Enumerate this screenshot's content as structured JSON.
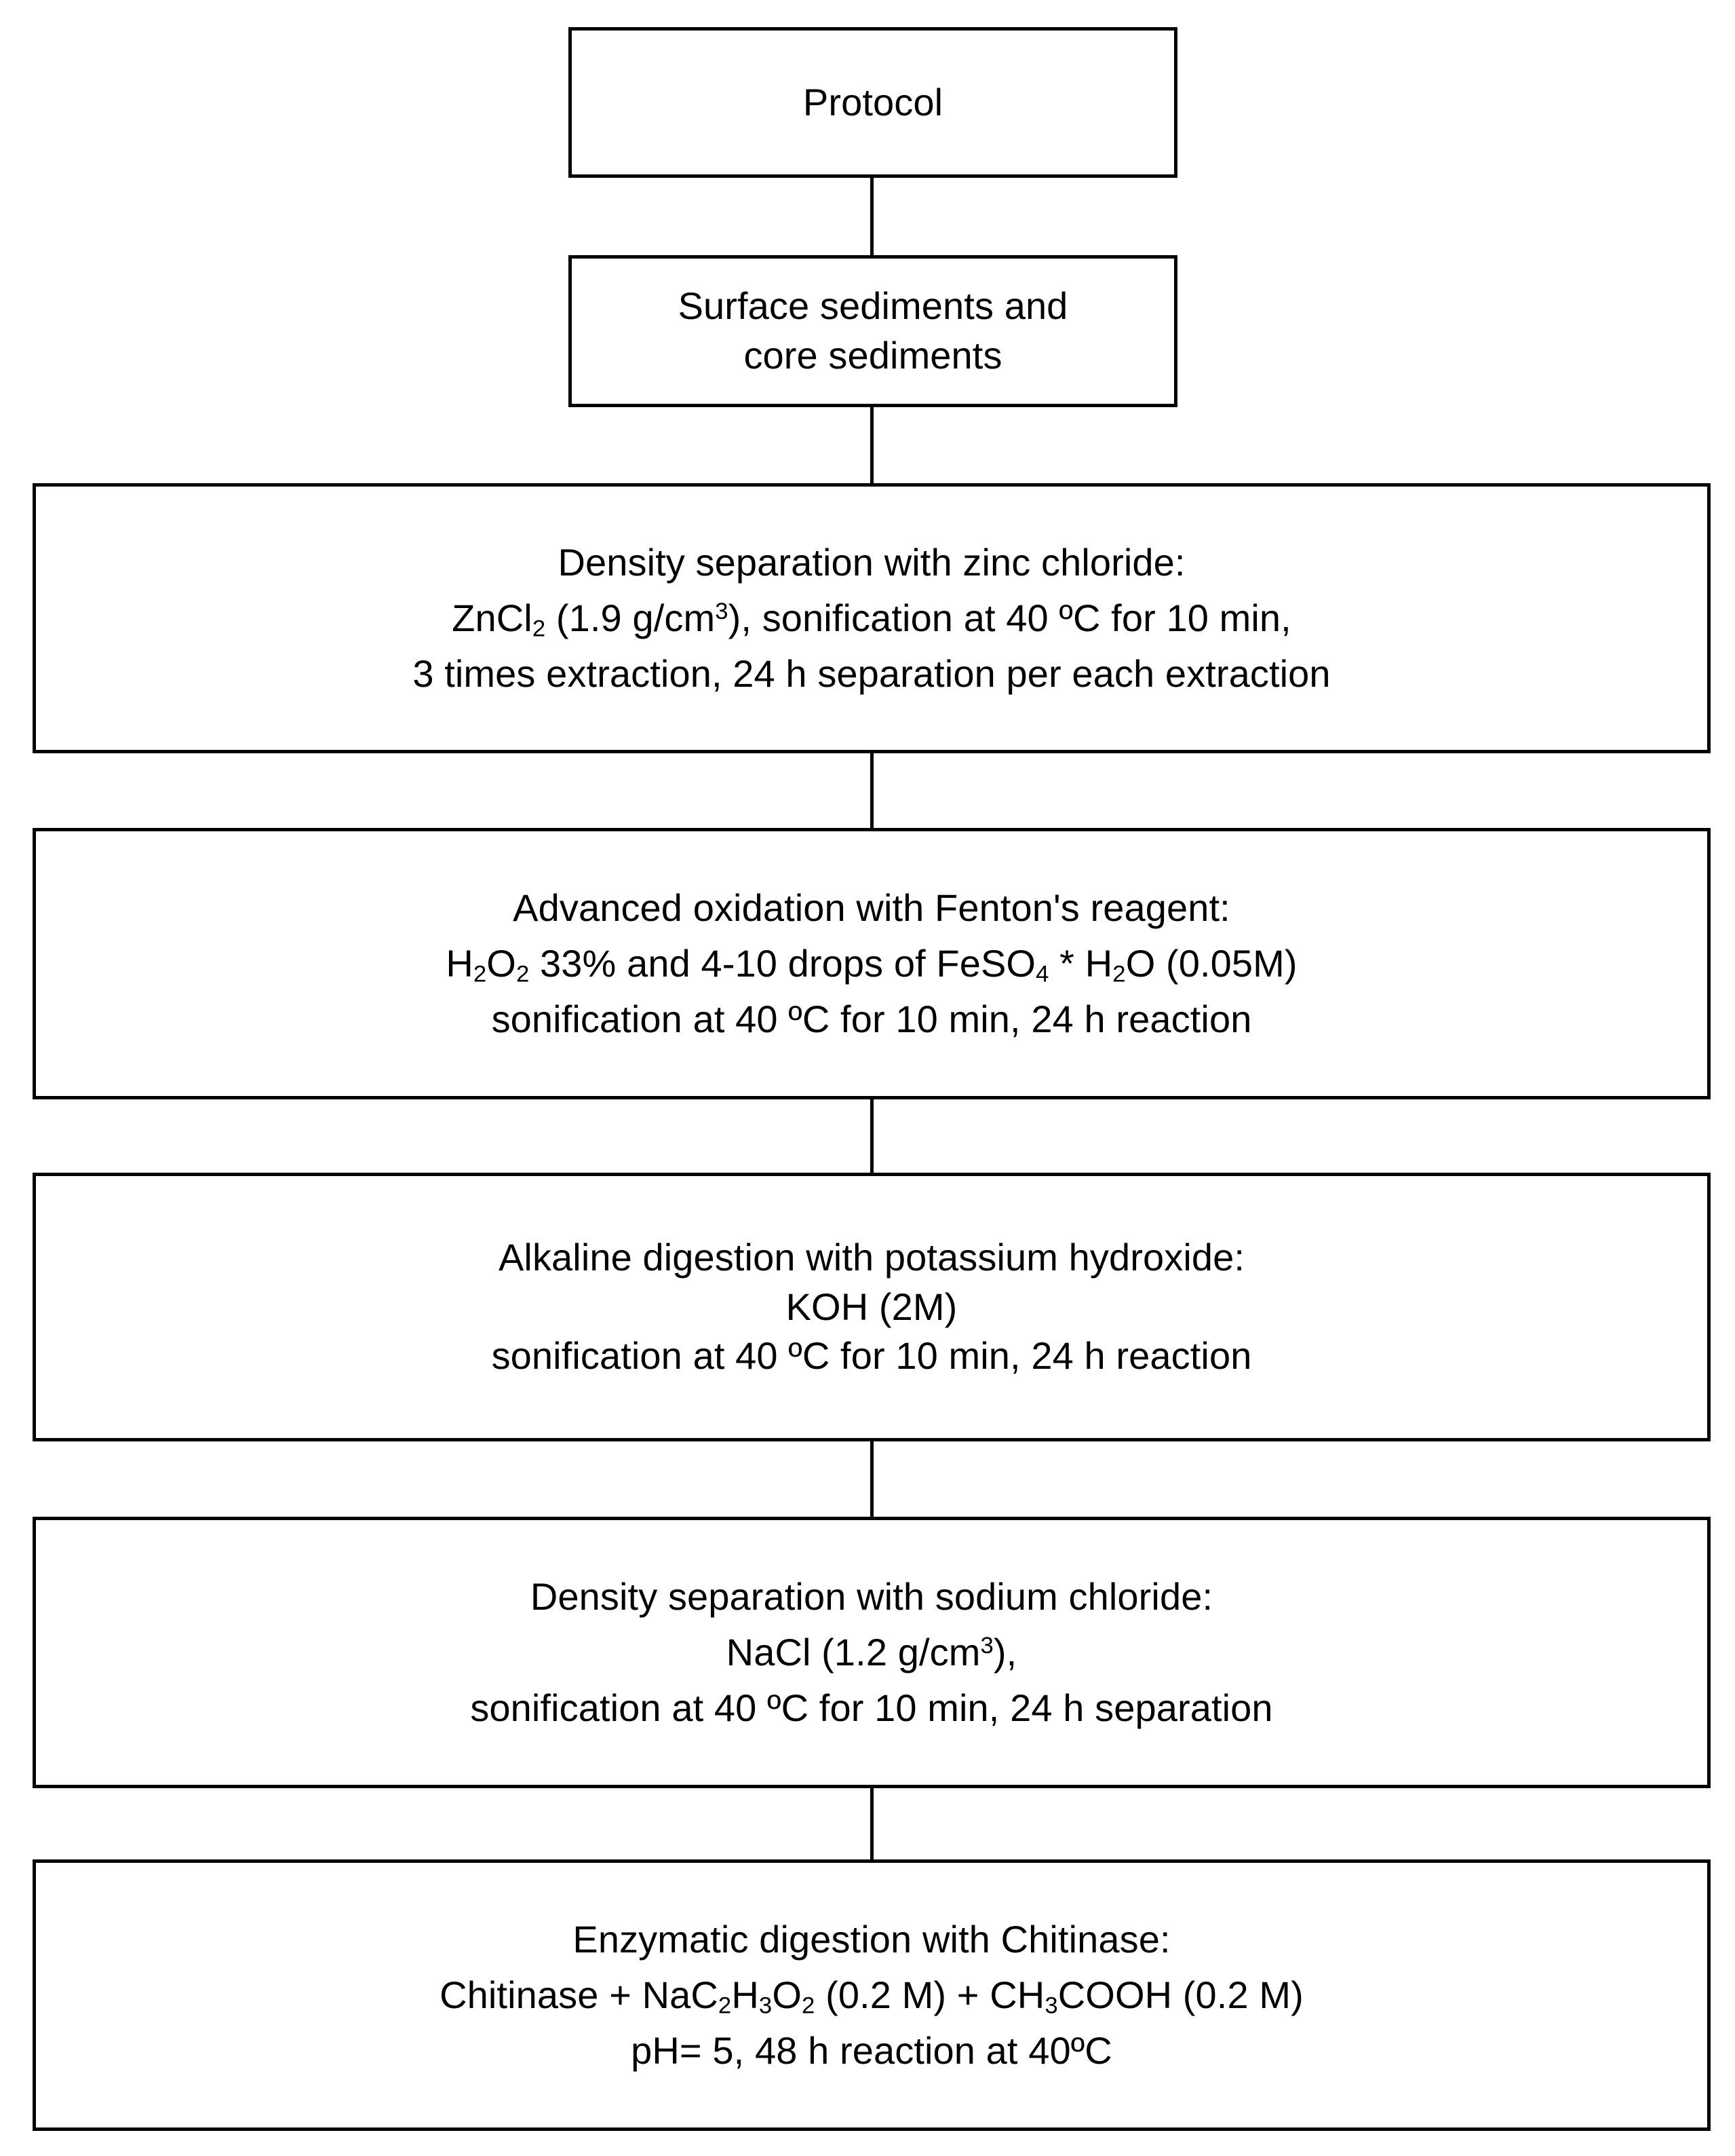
{
  "diagram": {
    "title": "Protocol",
    "type": "flowchart",
    "orientation": "top-to-bottom",
    "line_color": "#000000",
    "box_fill": "#ffffff",
    "text_color": "#000000",
    "nodes": [
      {
        "id": "protocol",
        "name": "protocol",
        "lines": [
          "Protocol"
        ]
      },
      {
        "id": "samples",
        "name": "samples",
        "lines": [
          "Surface sediments and",
          "core sediments"
        ]
      },
      {
        "id": "density-zncl2",
        "name": "density-separation-zinc-chloride",
        "lines": [
          "Density separation with zinc chloride:",
          "ZnCl<sub>2</sub> (1.9 g/cm<sup>3</sup>), sonification at 40 ºC for 10 min,",
          "3 times extraction, 24 h separation per each extraction"
        ]
      },
      {
        "id": "fenton",
        "name": "advanced-oxidation-fenton",
        "lines": [
          "Advanced oxidation with Fenton's reagent:",
          "H<sub>2</sub>O<sub>2</sub> 33% and 4-10 drops of FeSO<sub>4</sub> * H<sub>2</sub>O (0.05M)",
          "sonification at 40 ºC for 10 min, 24 h reaction"
        ]
      },
      {
        "id": "koh",
        "name": "alkaline-digestion-potassium-hydroxide",
        "lines": [
          "Alkaline digestion with potassium hydroxide:",
          "KOH (2M)",
          "sonification at 40 ºC for 10 min, 24 h reaction"
        ]
      },
      {
        "id": "density-nacl",
        "name": "density-separation-sodium-chloride",
        "lines": [
          "Density separation with sodium chloride:",
          "NaCl (1.2 g/cm<sup>3</sup>),",
          "sonification at 40 ºC for 10 min, 24 h separation"
        ]
      },
      {
        "id": "chitinase",
        "name": "enzymatic-digestion-chitinase",
        "lines": [
          "Enzymatic digestion with Chitinase:",
          "Chitinase + NaC<sub>2</sub>H<sub>3</sub>O<sub>2</sub> (0.2 M) + CH<sub>3</sub>COOH (0.2 M)",
          "pH= 5, 48 h reaction at 40ºC"
        ]
      }
    ],
    "edges": [
      {
        "from": "protocol",
        "to": "samples"
      },
      {
        "from": "samples",
        "to": "density-zncl2"
      },
      {
        "from": "density-zncl2",
        "to": "fenton"
      },
      {
        "from": "fenton",
        "to": "koh"
      },
      {
        "from": "koh",
        "to": "density-nacl"
      },
      {
        "from": "density-nacl",
        "to": "chitinase"
      }
    ]
  }
}
